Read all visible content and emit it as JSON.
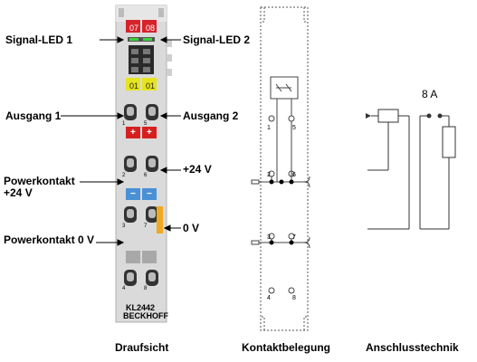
{
  "labels": {
    "signal_led_1": "Signal-LED 1",
    "signal_led_2": "Signal-LED 2",
    "ausgang_1": "Ausgang 1",
    "ausgang_2": "Ausgang 2",
    "plus24_right": "+24 V",
    "powerkontakt_24_line1": "Powerkontakt",
    "powerkontakt_24_line2": "+24 V",
    "zero_v_right": "0 V",
    "powerkontakt_0": "Powerkontakt 0 V"
  },
  "module": {
    "led_top_left": "07",
    "led_top_right": "08",
    "led_out_left": "01",
    "led_out_right": "01",
    "plus_sign": "+",
    "minus_sign": "−",
    "model": "KL2442",
    "brand": "BECKHOFF",
    "terminal_numbers": [
      "1",
      "5",
      "2",
      "6",
      "3",
      "7",
      "4",
      "8"
    ]
  },
  "contact": {
    "pins": [
      "1",
      "5",
      "2",
      "6",
      "3",
      "7",
      "4",
      "8"
    ]
  },
  "wiring": {
    "fuse_rating": "8 A"
  },
  "captions": {
    "draufsicht": "Draufsicht",
    "kontaktbelegung": "Kontaktbelegung",
    "anschlusstechnik": "Anschlusstechnik"
  },
  "colors": {
    "led_red": "#d6232b",
    "led_yellow": "#e6e41e",
    "power_red": "#d62020",
    "power_blue": "#4a90d6",
    "orange_tab": "#f0a820",
    "module_grey": "#d9d9d9"
  }
}
